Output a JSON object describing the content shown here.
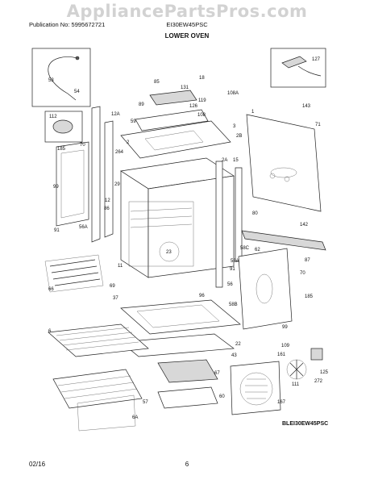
{
  "header": {
    "watermark": "AppliancePartsPros.com",
    "publication": "Publication No: 5995672721",
    "model": "EI30EW45PSC",
    "section_title": "LOWER OVEN"
  },
  "footer": {
    "date": "02/16",
    "page": "6",
    "drawing_code": "BLEI30EW45PSC"
  },
  "callouts": {
    "c53": "53",
    "c54": "54",
    "c85": "85",
    "c131": "131",
    "c18": "18",
    "c108a": "108A",
    "c127": "127",
    "c119": "119",
    "c89": "89",
    "c126": "126",
    "c108": "108",
    "c1": "1",
    "c143": "143",
    "c112": "112",
    "c12a": "12A",
    "c59": "59",
    "c3": "3",
    "c2b": "2B",
    "c71": "71",
    "c185a": "185",
    "c70a": "70",
    "c2": "2",
    "c264": "264",
    "c2a": "2A",
    "c15": "15",
    "c99a": "99",
    "c29": "29",
    "c12": "12",
    "c86": "86",
    "c91a": "91",
    "c56a": "56A",
    "c80": "80",
    "c142": "142",
    "c58c": "58C",
    "c62": "62",
    "c87": "87",
    "c11": "11",
    "c66": "66",
    "c69": "69",
    "c23": "23",
    "c58a": "58A",
    "c91b": "91",
    "c56": "56",
    "c70b": "70",
    "c37": "37",
    "c96": "96",
    "c58b": "58B",
    "c185b": "185",
    "c99b": "99",
    "c6": "6",
    "c22": "22",
    "c109": "109",
    "c161": "161",
    "c43": "43",
    "c125": "125",
    "c272": "272",
    "c67": "67",
    "c111": "111",
    "c167": "167",
    "c60": "60",
    "c57": "57",
    "c6a": "6A"
  }
}
